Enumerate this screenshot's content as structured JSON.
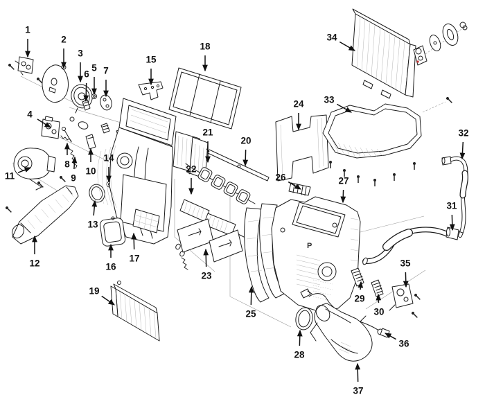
{
  "colors": {
    "line": "#1c1c1c",
    "faint": "#9a9a9a",
    "accent_red": "#c03030"
  },
  "part_marking": "P",
  "callouts": [
    {
      "n": "1",
      "label": [
        40,
        43
      ],
      "target": [
        40,
        82
      ]
    },
    {
      "n": "2",
      "label": [
        92,
        57
      ],
      "target": [
        92,
        98
      ]
    },
    {
      "n": "3",
      "label": [
        116,
        77
      ],
      "target": [
        116,
        118
      ]
    },
    {
      "n": "4",
      "label": [
        43,
        165
      ],
      "target": [
        73,
        184
      ]
    },
    {
      "n": "5",
      "label": [
        136,
        98
      ],
      "target": [
        136,
        136
      ]
    },
    {
      "n": "6",
      "label": [
        125,
        107
      ],
      "target": [
        124,
        146
      ]
    },
    {
      "n": "7",
      "label": [
        153,
        102
      ],
      "target": [
        153,
        139
      ]
    },
    {
      "n": "8",
      "label": [
        97,
        237
      ],
      "target": [
        97,
        207
      ]
    },
    {
      "n": "9",
      "label": [
        106,
        257
      ],
      "target": [
        108,
        227
      ]
    },
    {
      "n": "10",
      "label": [
        131,
        247
      ],
      "target": [
        131,
        215
      ]
    },
    {
      "n": "11",
      "label": [
        14,
        254
      ],
      "target": [
        44,
        242
      ]
    },
    {
      "n": "12",
      "label": [
        50,
        380
      ],
      "target": [
        50,
        341
      ]
    },
    {
      "n": "13",
      "label": [
        134,
        324
      ],
      "target": [
        137,
        290
      ]
    },
    {
      "n": "14",
      "label": [
        157,
        228
      ],
      "target": [
        157,
        262
      ]
    },
    {
      "n": "15",
      "label": [
        218,
        86
      ],
      "target": [
        218,
        122
      ]
    },
    {
      "n": "16",
      "label": [
        160,
        385
      ],
      "target": [
        160,
        353
      ]
    },
    {
      "n": "17",
      "label": [
        194,
        373
      ],
      "target": [
        193,
        337
      ]
    },
    {
      "n": "18",
      "label": [
        296,
        67
      ],
      "target": [
        296,
        102
      ]
    },
    {
      "n": "19",
      "label": [
        136,
        420
      ],
      "target": [
        165,
        440
      ]
    },
    {
      "n": "20",
      "label": [
        355,
        203
      ],
      "target": [
        354,
        239
      ]
    },
    {
      "n": "21",
      "label": [
        300,
        191
      ],
      "target": [
        300,
        234
      ]
    },
    {
      "n": "22",
      "label": [
        276,
        244
      ],
      "target": [
        276,
        280
      ]
    },
    {
      "n": "23",
      "label": [
        298,
        398
      ],
      "target": [
        297,
        360
      ]
    },
    {
      "n": "24",
      "label": [
        431,
        150
      ],
      "target": [
        431,
        187
      ]
    },
    {
      "n": "25",
      "label": [
        362,
        453
      ],
      "target": [
        363,
        414
      ]
    },
    {
      "n": "26",
      "label": [
        405,
        256
      ],
      "target": [
        434,
        273
      ]
    },
    {
      "n": "27",
      "label": [
        496,
        261
      ],
      "target": [
        495,
        292
      ]
    },
    {
      "n": "28",
      "label": [
        432,
        512
      ],
      "target": [
        433,
        477
      ]
    },
    {
      "n": "29",
      "label": [
        519,
        431
      ],
      "target": [
        521,
        407
      ]
    },
    {
      "n": "30",
      "label": [
        547,
        450
      ],
      "target": [
        546,
        425
      ]
    },
    {
      "n": "31",
      "label": [
        652,
        297
      ],
      "target": [
        653,
        332
      ]
    },
    {
      "n": "32",
      "label": [
        669,
        192
      ],
      "target": [
        667,
        229
      ]
    },
    {
      "n": "33",
      "label": [
        475,
        144
      ],
      "target": [
        507,
        162
      ]
    },
    {
      "n": "34",
      "label": [
        479,
        54
      ],
      "target": [
        512,
        73
      ]
    },
    {
      "n": "35",
      "label": [
        585,
        380
      ],
      "target": [
        586,
        414
      ]
    },
    {
      "n": "36",
      "label": [
        583,
        496
      ],
      "target": [
        556,
        481
      ]
    },
    {
      "n": "37",
      "label": [
        517,
        564
      ],
      "target": [
        516,
        525
      ]
    }
  ]
}
